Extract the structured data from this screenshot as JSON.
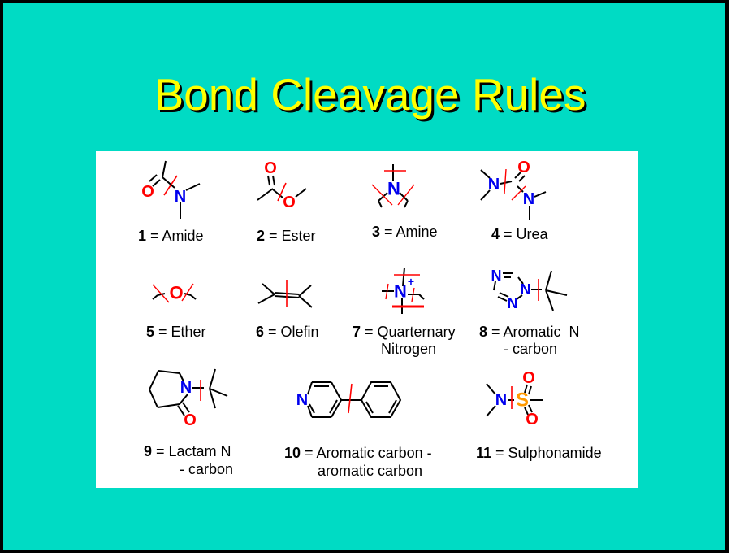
{
  "title": "Bond Cleavage Rules",
  "atoms": {
    "o": "O",
    "n": "N",
    "s": "S",
    "plus": "+"
  },
  "colors": {
    "background": "#00DBC4",
    "title": "#FFFF00",
    "panel": "#FFFFFF",
    "bond": "#000000",
    "cleavage": "#FF0000",
    "nitrogen": "#0000EE",
    "oxygen": "#FF0000",
    "sulfur": "#FF9900"
  },
  "structures": [
    {
      "num": "1",
      "name": " = Amide"
    },
    {
      "num": "2",
      "name": " = Ester"
    },
    {
      "num": "3",
      "name": " = Amine"
    },
    {
      "num": "4",
      "name": " = Urea"
    },
    {
      "num": "5",
      "name": " = Ether"
    },
    {
      "num": "6",
      "name": " = Olefin"
    },
    {
      "num": "7",
      "name": " = Quarternary",
      "name2": "Nitrogen"
    },
    {
      "num": "8",
      "name": " = Aromatic  N",
      "name2": "- carbon"
    },
    {
      "num": "9",
      "name": " = Lactam N",
      "name2": "- carbon"
    },
    {
      "num": "10",
      "name": " = Aromatic carbon -",
      "name2": "aromatic carbon"
    },
    {
      "num": "11",
      "name": " = Sulphonamide"
    }
  ]
}
